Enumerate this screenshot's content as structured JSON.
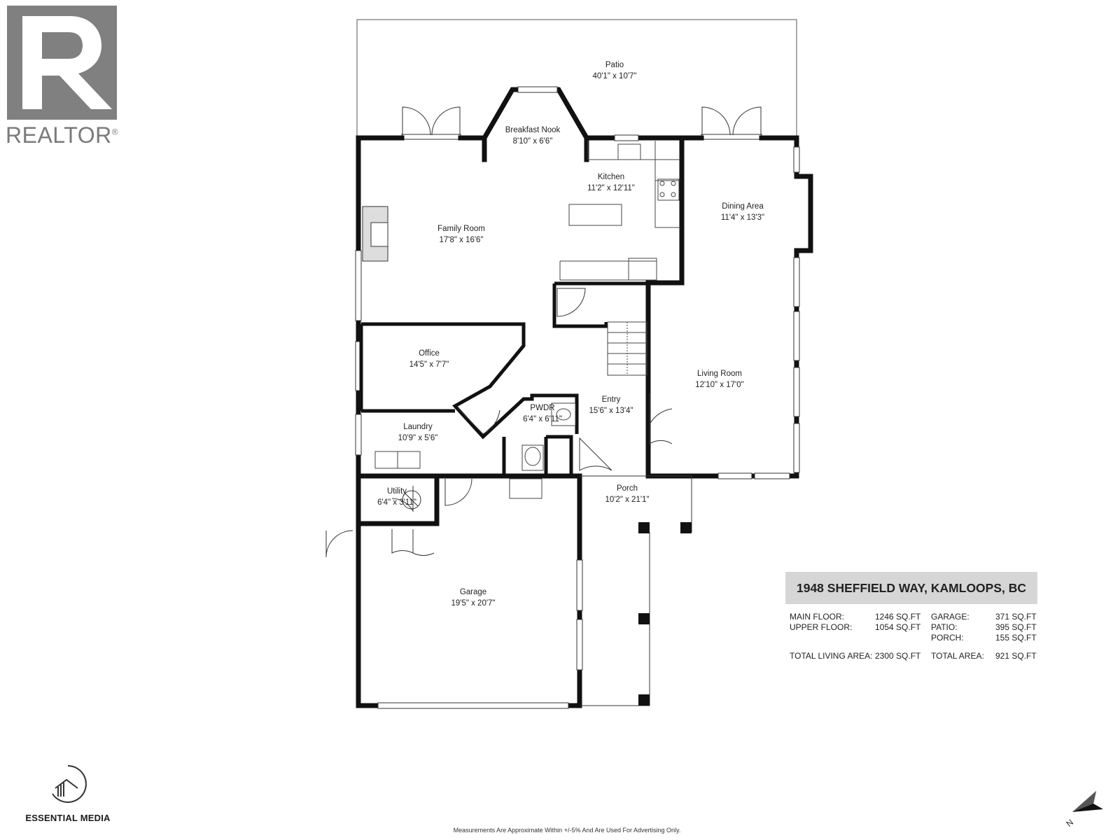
{
  "brand": {
    "realtor_label": "REALTOR",
    "realtor_reg": "®",
    "essential_media_label": "ESSENTIAL MEDIA"
  },
  "rooms": [
    {
      "id": "patio",
      "name": "Patio",
      "dims": "40'1\" x 10'7\""
    },
    {
      "id": "breakfast-nook",
      "name": "Breakfast Nook",
      "dims": "8'10\" x 6'6\""
    },
    {
      "id": "kitchen",
      "name": "Kitchen",
      "dims": "11'2\" x 12'11\""
    },
    {
      "id": "dining-area",
      "name": "Dining Area",
      "dims": "11'4\" x 13'3\""
    },
    {
      "id": "family-room",
      "name": "Family Room",
      "dims": "17'8\" x 16'6\""
    },
    {
      "id": "office",
      "name": "Office",
      "dims": "14'5\" x 7'7\""
    },
    {
      "id": "living-room",
      "name": "Living Room",
      "dims": "12'10\" x 17'0\""
    },
    {
      "id": "entry",
      "name": "Entry",
      "dims": "15'6\" x 13'4\""
    },
    {
      "id": "pwdr",
      "name": "PWDR",
      "dims": "6'4\" x 6'11\""
    },
    {
      "id": "laundry",
      "name": "Laundry",
      "dims": "10'9\" x 5'6\""
    },
    {
      "id": "utility",
      "name": "Utility",
      "dims": "6'4\" x 3'11\""
    },
    {
      "id": "porch",
      "name": "Porch",
      "dims": "10'2\" x 21'1\""
    },
    {
      "id": "garage",
      "name": "Garage",
      "dims": "19'5\" x 20'7\""
    }
  ],
  "address": "1948 SHEFFIELD WAY, KAMLOOPS, BC",
  "stats_left": [
    {
      "label": "MAIN FLOOR:",
      "value": "1246 SQ.FT"
    },
    {
      "label": "UPPER FLOOR:",
      "value": "1054 SQ.FT"
    }
  ],
  "stats_right": [
    {
      "label": "GARAGE:",
      "value": "371 SQ.FT"
    },
    {
      "label": "PATIO:",
      "value": "395 SQ.FT"
    },
    {
      "label": "PORCH:",
      "value": "155 SQ.FT"
    }
  ],
  "total_living": {
    "label": "TOTAL LIVING AREA:",
    "value": "2300 SQ.FT"
  },
  "total_area": {
    "label": "TOTAL AREA:",
    "value": "921 SQ.FT"
  },
  "disclaimer": "Measurements Are Approximate Within +/-5% And Are Used For Advertising Only.",
  "compass_label": "N"
}
